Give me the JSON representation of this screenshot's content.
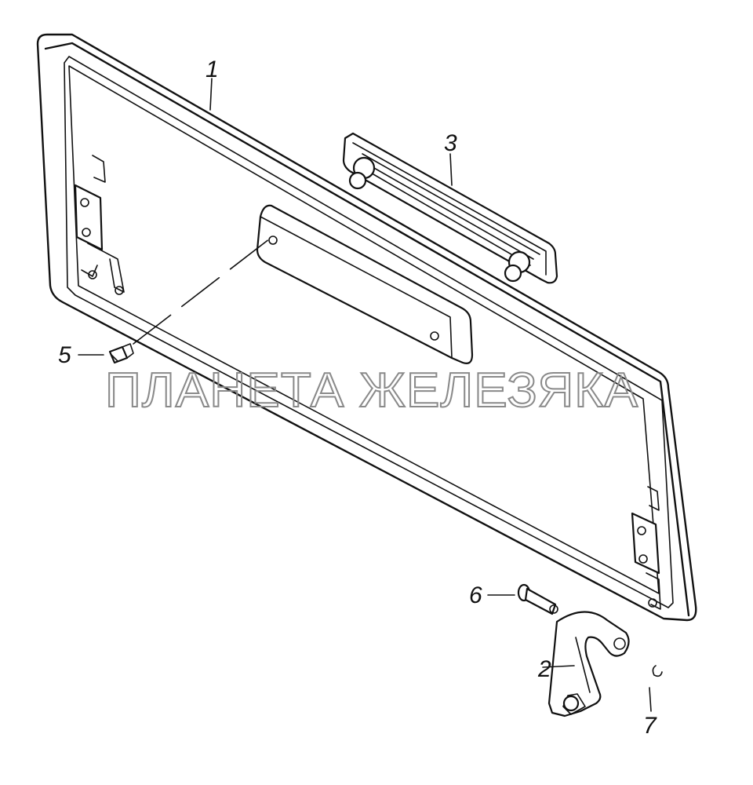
{
  "watermark": "ПЛАНЕТА ЖЕЛЕЗЯКА",
  "callouts": [
    {
      "id": "1",
      "label": "1"
    },
    {
      "id": "2",
      "label": "2"
    },
    {
      "id": "3",
      "label": "3"
    },
    {
      "id": "5",
      "label": "5"
    },
    {
      "id": "6",
      "label": "6"
    },
    {
      "id": "7",
      "label": "7"
    }
  ],
  "colors": {
    "line": "#111111",
    "watermark": "#8a8a8a",
    "background": "#ffffff"
  }
}
